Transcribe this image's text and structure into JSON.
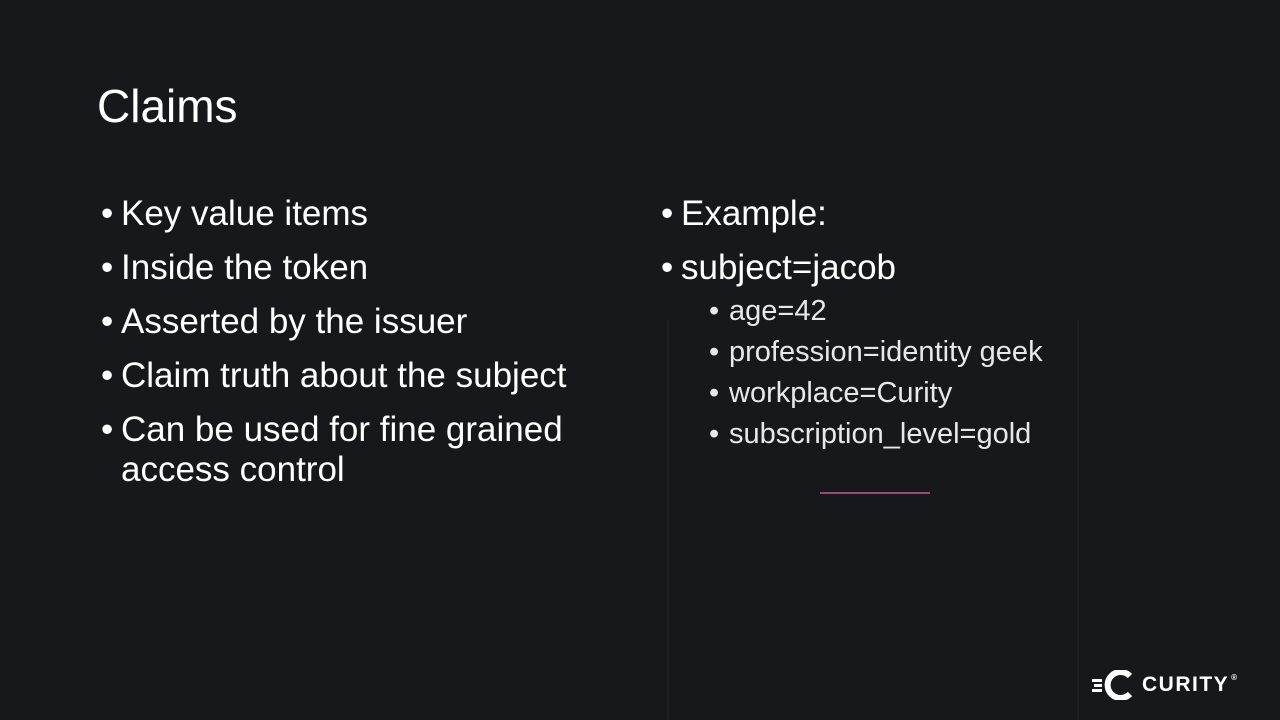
{
  "slide": {
    "title": "Claims",
    "left_items": [
      "Key value items",
      "Inside the token",
      "Asserted by the issuer",
      "Claim truth about the subject",
      "Can be used for fine grained access control"
    ],
    "right_items": [
      "Example:",
      "subject=jacob"
    ],
    "right_sub_items": [
      "age=42",
      "profession=identity geek",
      "workplace=Curity",
      "subscription_level=gold"
    ]
  },
  "logo": {
    "text": "CURITY",
    "mark": "®"
  },
  "colors": {
    "background": "#17181c",
    "accent": "#c0508a"
  }
}
